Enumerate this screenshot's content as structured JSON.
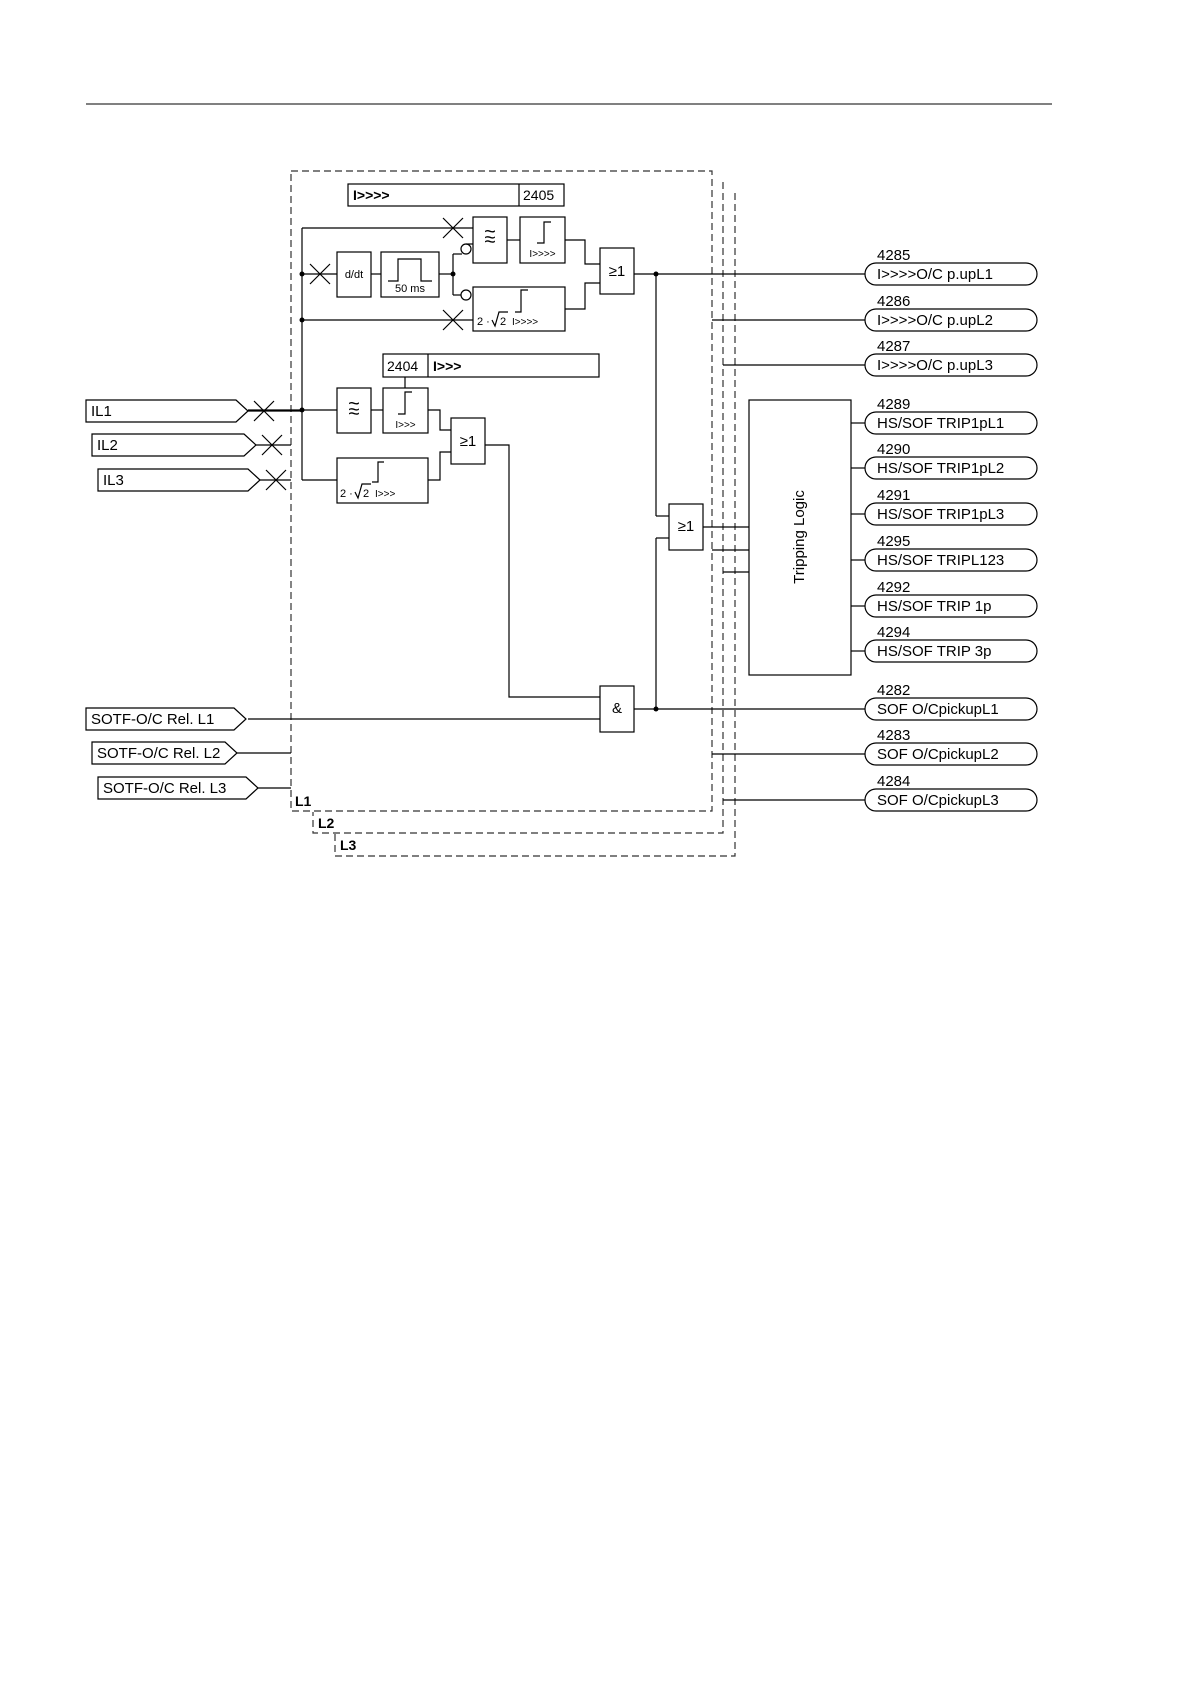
{
  "settings": [
    {
      "id": "2405",
      "name": "I>>>>"
    },
    {
      "id": "2404",
      "name": "I>>>"
    }
  ],
  "inputs": [
    "IL1",
    "IL2",
    "IL3"
  ],
  "sotf_inputs": [
    "SOTF-O/C Rel. L1",
    "SOTF-O/C Rel. L2",
    "SOTF-O/C Rel. L3"
  ],
  "phases": [
    "L1",
    "L2",
    "L3"
  ],
  "blocks": {
    "ddt": "d/dt",
    "pulse": "50 ms",
    "threshold_4": "I>>>>",
    "threshold_3": "I>>>",
    "peak_prefix": "2 ·",
    "peak_root": "2",
    "or_gate": "≥1",
    "and_gate": "&",
    "tripping_logic": "Tripping Logic"
  },
  "outputs": [
    {
      "num": "4285",
      "label": "I>>>>O/C p.upL1"
    },
    {
      "num": "4286",
      "label": "I>>>>O/C p.upL2"
    },
    {
      "num": "4287",
      "label": "I>>>>O/C p.upL3"
    },
    {
      "num": "4289",
      "label": "HS/SOF TRIP1pL1"
    },
    {
      "num": "4290",
      "label": "HS/SOF TRIP1pL2"
    },
    {
      "num": "4291",
      "label": "HS/SOF TRIP1pL3"
    },
    {
      "num": "4295",
      "label": "HS/SOF TRIPL123"
    },
    {
      "num": "4292",
      "label": "HS/SOF TRIP 1p"
    },
    {
      "num": "4294",
      "label": "HS/SOF TRIP 3p"
    },
    {
      "num": "4282",
      "label": "SOF O/CpickupL1"
    },
    {
      "num": "4283",
      "label": "SOF O/CpickupL2"
    },
    {
      "num": "4284",
      "label": "SOF O/CpickupL3"
    }
  ]
}
